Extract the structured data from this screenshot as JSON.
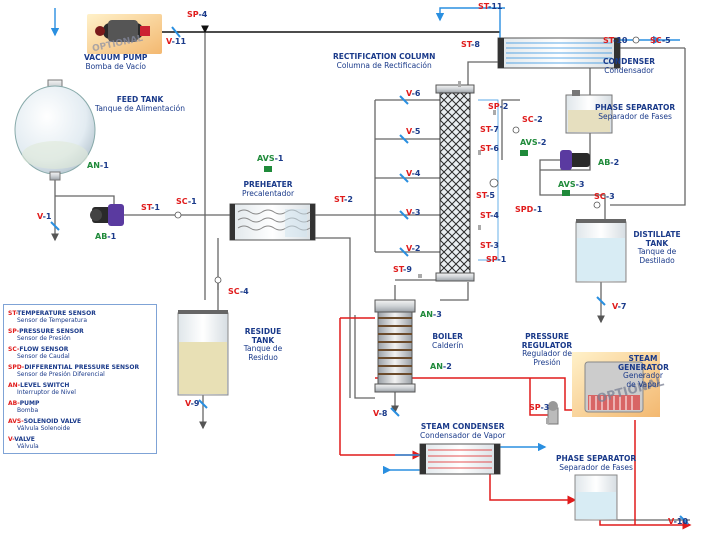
{
  "equipment": {
    "vacuum_pump": {
      "en": "VACUUM PUMP",
      "es": "Bomba de Vacío",
      "watermark": "OPTIONAL"
    },
    "feed_tank": {
      "en": "FEED TANK",
      "es": "Tanque de Alimentación"
    },
    "preheater": {
      "en": "PREHEATER",
      "es": "Precalentador"
    },
    "rectification_column": {
      "en": "RECTIFICATION COLUMN",
      "es": "Columna de Rectificación"
    },
    "condenser": {
      "en": "CONDENSER",
      "es": "Condensador"
    },
    "phase_separator_top": {
      "en": "PHASE SEPARATOR",
      "es": "Separador de Fases"
    },
    "distillate_tank": {
      "en": "DISTILLATE TANK",
      "es": "Tanque de Destilado"
    },
    "residue_tank": {
      "en": "RESIDUE TANK",
      "es": "Tanque de Residuo"
    },
    "boiler": {
      "en": "BOILER",
      "es": "Calderín"
    },
    "pressure_regulator": {
      "en": "PRESSURE REGULATOR",
      "es": "Regulador de Presión"
    },
    "steam_generator": {
      "en": "STEAM GENERATOR",
      "es": "Generador de Vapor",
      "watermark": "OPTIONAL"
    },
    "steam_condenser": {
      "en": "STEAM CONDENSER",
      "es": "Condensador de Vapor"
    },
    "phase_separator_bottom": {
      "en": "PHASE SEPARATOR",
      "es": "Separador de Fases"
    }
  },
  "tags": {
    "SP4": {
      "p": "SP",
      "n": "-4"
    },
    "V11": {
      "p": "V",
      "n": "-11"
    },
    "ST11": {
      "p": "ST",
      "n": "-11"
    },
    "ST8": {
      "p": "ST",
      "n": "-8"
    },
    "ST10": {
      "p": "ST",
      "n": "-10"
    },
    "SC5": {
      "p": "SC",
      "n": "-5"
    },
    "V6": {
      "p": "V",
      "n": "-6"
    },
    "SP2": {
      "p": "SP",
      "n": "-2"
    },
    "SC2": {
      "p": "SC",
      "n": "-2"
    },
    "V5": {
      "p": "V",
      "n": "-5"
    },
    "ST7": {
      "p": "ST",
      "n": "-7"
    },
    "AVS2": {
      "p": "AVS",
      "n": "-2"
    },
    "ST6": {
      "p": "ST",
      "n": "-6"
    },
    "AB2": {
      "p": "AB",
      "n": "-2"
    },
    "AVS1": {
      "p": "AVS",
      "n": "-1"
    },
    "V4": {
      "p": "V",
      "n": "-4"
    },
    "AVS3": {
      "p": "AVS",
      "n": "-3"
    },
    "SC3": {
      "p": "SC",
      "n": "-3"
    },
    "AN1": {
      "p": "AN",
      "n": "-1"
    },
    "ST5": {
      "p": "ST",
      "n": "-5"
    },
    "SPD1": {
      "p": "SPD",
      "n": "-1"
    },
    "ST2": {
      "p": "ST",
      "n": "-2"
    },
    "V1": {
      "p": "V",
      "n": "-1"
    },
    "ST1": {
      "p": "ST",
      "n": "-1"
    },
    "SC1": {
      "p": "SC",
      "n": "-1"
    },
    "V3": {
      "p": "V",
      "n": "-3"
    },
    "ST4": {
      "p": "ST",
      "n": "-4"
    },
    "AB1": {
      "p": "AB",
      "n": "-1"
    },
    "V2": {
      "p": "V",
      "n": "-2"
    },
    "ST3": {
      "p": "ST",
      "n": "-3"
    },
    "SP1": {
      "p": "SP",
      "n": "-1"
    },
    "ST9": {
      "p": "ST",
      "n": "-9"
    },
    "SC4": {
      "p": "SC",
      "n": "-4"
    },
    "V7": {
      "p": "V",
      "n": "-7"
    },
    "AN3": {
      "p": "AN",
      "n": "-3"
    },
    "AN2": {
      "p": "AN",
      "n": "-2"
    },
    "V9": {
      "p": "V",
      "n": "-9"
    },
    "V8": {
      "p": "V",
      "n": "-8"
    },
    "SP3": {
      "p": "SP",
      "n": "-3"
    },
    "V10": {
      "p": "V",
      "n": "-10"
    }
  },
  "legend": [
    {
      "code": "ST-",
      "en": "TEMPERATURE SENSOR",
      "es": "Sensor de Temperatura"
    },
    {
      "code": "SP-",
      "en": "PRESSURE SENSOR",
      "es": "Sensor de Presión"
    },
    {
      "code": "SC-",
      "en": "FLOW SENSOR",
      "es": "Sensor de Caudal"
    },
    {
      "code": "SPD-",
      "en": "DIFFERENTIAL PRESSURE SENSOR",
      "es": "Sensor de Presión Diferencial"
    },
    {
      "code": "AN-",
      "en": "LEVEL SWITCH",
      "es": "Interruptor de Nivel"
    },
    {
      "code": "AB-",
      "en": "PUMP",
      "es": "Bomba"
    },
    {
      "code": "AVS-",
      "en": "SOLENOID VALVE",
      "es": "Válvula Solenoide"
    },
    {
      "code": "V-",
      "en": "VALVE",
      "es": "Válvula"
    }
  ],
  "colors": {
    "process_line": "#555555",
    "steam_line": "#e01b1b",
    "cooling_water": "#2a8fe0",
    "label_blue": "#1a3a8a",
    "tag_red": "#e01b1b",
    "tag_green": "#1f8a3a"
  }
}
